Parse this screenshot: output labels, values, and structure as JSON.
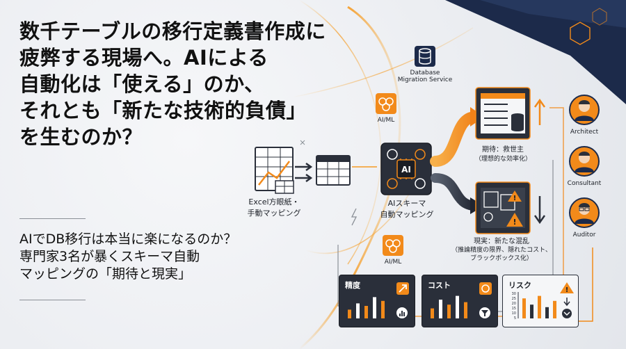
{
  "headline": {
    "lines": [
      "数千テーブルの移行定義書作成に",
      "疲弊する現場へ。AIによる",
      "自動化は「使える」のか、",
      "それとも「新たな技術的負債」",
      "を生むのか？"
    ]
  },
  "subhead": {
    "lines": [
      "AIでDB移行は本当に楽になるのか？",
      "専門家3名が暴くスキーマ自動",
      "マッピングの「期待と現実」"
    ]
  },
  "diagram": {
    "excel_label": [
      "Excel方眼紙・",
      "手動マッピング"
    ],
    "dms_label": [
      "Database",
      "Migration Service"
    ],
    "aiml_top": "AI/ML",
    "aiml_bottom": "AI/ML",
    "ai_chip_text": "AI",
    "ai_label": [
      "AIスキーマ",
      "自動マッピング"
    ],
    "expectation_label": [
      "期待：救世主",
      "（理想的な効率化）"
    ],
    "reality_label": [
      "現実：新たな混乱",
      "（推論精度の限界、隠れたコスト、",
      "ブラックボックス化）"
    ]
  },
  "roles": [
    "Architect",
    "Consultant",
    "Auditor"
  ],
  "panels": [
    {
      "title": "精度",
      "bars": [
        0.35,
        0.6,
        0.5,
        0.85,
        0.7
      ]
    },
    {
      "title": "コスト",
      "bars": [
        0.4,
        0.75,
        0.55,
        0.9,
        0.65
      ]
    },
    {
      "title": "リスク",
      "bars": [
        0.8,
        0.55,
        0.9,
        0.45,
        0.7
      ]
    }
  ],
  "risk_axis_ticks": [
    "30",
    "25",
    "20",
    "15",
    "10",
    "5"
  ],
  "colors": {
    "accent": "#f28a1a",
    "dark": "#2a2f3a",
    "navy": "#1c2a4a",
    "text": "#111111"
  }
}
